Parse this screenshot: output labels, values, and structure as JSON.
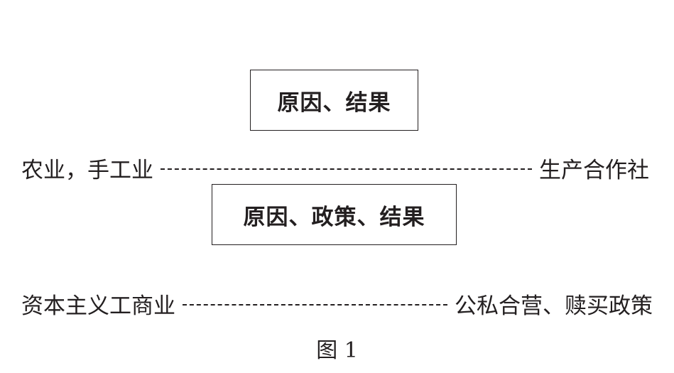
{
  "diagram": {
    "box_top": "原因、结果",
    "row1": {
      "left": "农业，手工业",
      "right": "生产合作社"
    },
    "box_bottom": "原因、政策、结果",
    "row2": {
      "left": "资本主义工商业",
      "right": "公私合营、赎买政策"
    },
    "caption": "图 1"
  }
}
